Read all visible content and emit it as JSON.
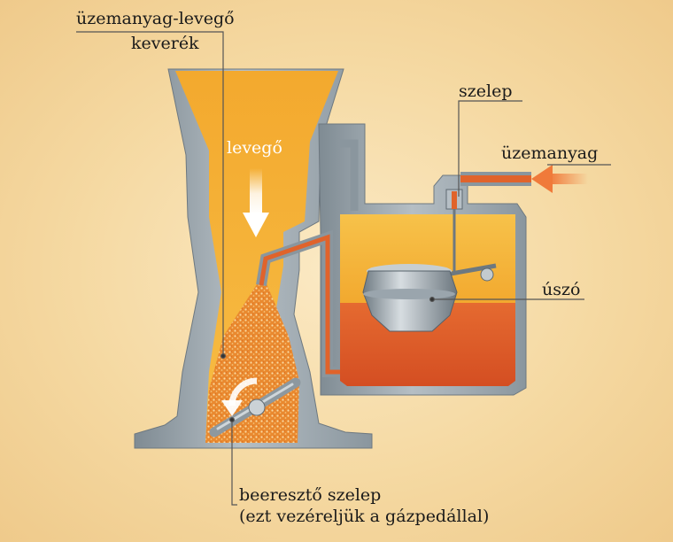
{
  "labels": {
    "mixture_line1": "üzemanyag-levegő",
    "mixture_line2": "keverék",
    "air": "levegő",
    "valve": "szelep",
    "fuel": "üzemanyag",
    "float": "úszó",
    "throttle_line1": "beeresztő szelep",
    "throttle_line2": "(ezt vezéreljük a gázpedállal)"
  },
  "colors": {
    "background": "#f5d9a2",
    "body_gray": "#9aa5ad",
    "air_orange": "#f6b43a",
    "fuel_red": "#de5a2a",
    "arrow_orange": "#f07a3a",
    "leader_line": "#555555"
  }
}
